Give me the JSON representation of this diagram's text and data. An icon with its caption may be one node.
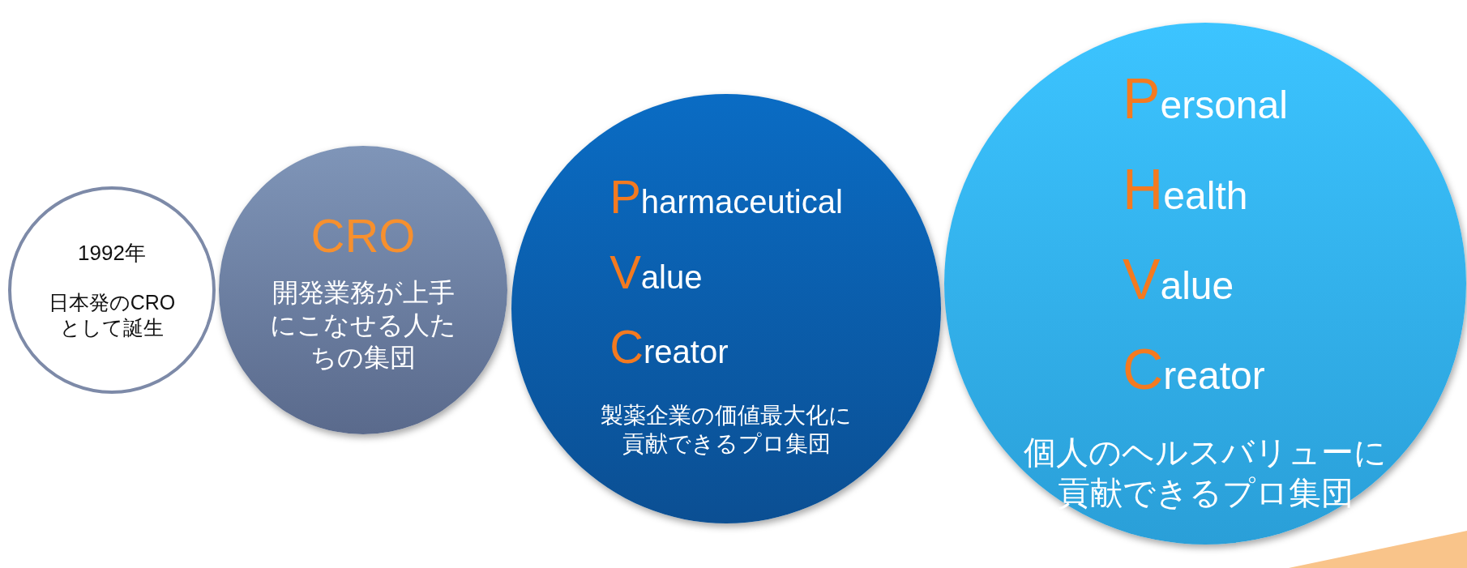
{
  "diagram": {
    "nodes": [
      {
        "text": [
          "1992年",
          "日本発のCROとして誕生"
        ]
      },
      {
        "text": [
          "CRO",
          "開発業務が上手にこなせる人たちの集団"
        ]
      },
      {
        "text": [
          "Pharmaceutical Value Creator",
          "製薬企業の価値最大化に貢献できるプロ集団"
        ]
      },
      {
        "text": [
          "Personal Health Value Creator",
          "個人のヘルスバリューに貢献できるプロ集団"
        ]
      }
    ]
  }
}
